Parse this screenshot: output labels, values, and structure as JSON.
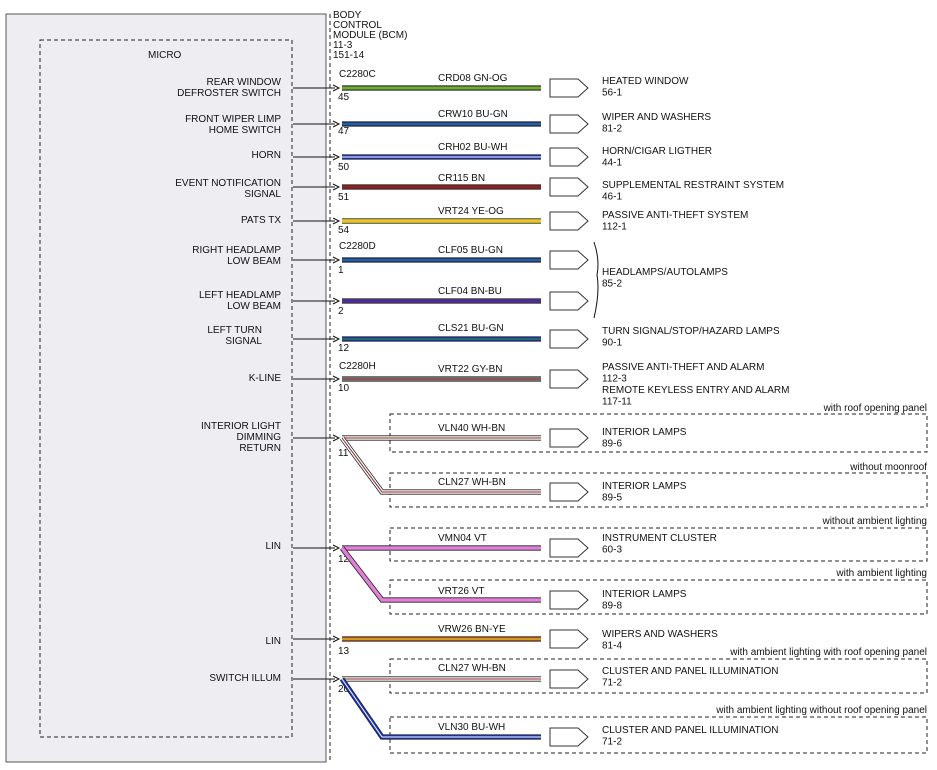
{
  "module": {
    "title_lines": [
      "BODY",
      "CONTROL",
      "MODULE (BCM)",
      "11-3",
      "151-14"
    ],
    "micro_label": "MICRO"
  },
  "left_labels": [
    {
      "lines": [
        "REAR WINDOW",
        "DEFROSTER SWITCH"
      ]
    },
    {
      "lines": [
        "FRONT WIPER LIMP",
        "HOME SWITCH"
      ]
    },
    {
      "lines": [
        "HORN"
      ]
    },
    {
      "lines": [
        "EVENT NOTIFICATION",
        "SIGNAL"
      ]
    },
    {
      "lines": [
        "PATS TX"
      ]
    },
    {
      "lines": [
        "RIGHT HEADLAMP",
        "LOW BEAM"
      ]
    },
    {
      "lines": [
        "LEFT HEADLAMP",
        "LOW BEAM"
      ]
    },
    {
      "lines": [
        "LEFT TURN",
        "SIGNAL"
      ]
    },
    {
      "lines": [
        "K-LINE"
      ]
    },
    {
      "lines": [
        "INTERIOR LIGHT",
        "DIMMING",
        "RETURN"
      ]
    },
    {
      "lines": [
        "LIN"
      ]
    },
    {
      "lines": [
        "LIN"
      ]
    },
    {
      "lines": [
        "SWITCH ILLUM"
      ]
    }
  ],
  "connectors": [
    "C2280C",
    "C2280D",
    "C2280H"
  ],
  "pins": [
    "45",
    "47",
    "50",
    "51",
    "54",
    "1",
    "2",
    "12",
    "10",
    "11",
    "12",
    "13",
    "20"
  ],
  "circuits": [
    {
      "circuit": "CRD08  GN-OG",
      "dest": [
        "HEATED WINDOW",
        "56-1"
      ],
      "color": "#2e9a2e",
      "stripe": "#f0a030"
    },
    {
      "circuit": "CRW10  BU-GN",
      "dest": [
        "WIPER AND WASHERS",
        "81-2"
      ],
      "color": "#1a34c0",
      "stripe": "#2e9a2e"
    },
    {
      "circuit": "CRH02  BU-WH",
      "dest": [
        "HORN/CIGAR LIGTHER",
        "44-1"
      ],
      "color": "#1a34c0",
      "stripe": "#ffffff"
    },
    {
      "circuit": "CR115  BN",
      "dest": [
        "SUPPLEMENTAL RESTRAINT SYSTEM",
        "46-1"
      ],
      "color": "#8b2323",
      "stripe": ""
    },
    {
      "circuit": "VRT24  YE-OG",
      "dest": [
        "PASSIVE ANTI-THEFT SYSTEM",
        "112-1"
      ],
      "color": "#f2e21a",
      "stripe": "#f0a030"
    },
    {
      "circuit": "CLF05  BU-GN",
      "dest": [],
      "color": "#1a34c0",
      "stripe": "#2e9a2e"
    },
    {
      "circuit": "CLF04  BN-BU",
      "dest": [],
      "color": "#6a2d8a",
      "stripe": "#1a34c0"
    },
    {
      "circuit": "CLS21  BU-GN",
      "dest": [
        "TURN SIGNAL/STOP/HAZARD LAMPS",
        "90-1"
      ],
      "color": "#1a34c0",
      "stripe": "#2e9a2e"
    },
    {
      "circuit": "VRT22  GY-BN",
      "dest": [
        "PASSIVE ANTI-THEFT AND ALARM",
        "112-3",
        "REMOTE KEYLESS ENTRY AND ALARM",
        "117-11"
      ],
      "color": "#8a8a8a",
      "stripe": "#8b2323"
    },
    {
      "circuit": "VLN40  WH-BN",
      "dest": [
        "INTERIOR LAMPS",
        "89-6"
      ],
      "color": "#ffffff",
      "stripe": "#8b2323"
    },
    {
      "circuit": "CLN27  WH-BN",
      "dest": [
        "INTERIOR LAMPS",
        "89-5"
      ],
      "color": "#ffffff",
      "stripe": "#8b2323"
    },
    {
      "circuit": "VMN04  VT",
      "dest": [
        "INSTRUMENT CLUSTER",
        "60-3"
      ],
      "color": "#e27fd8",
      "stripe": ""
    },
    {
      "circuit": "VRT26  VT",
      "dest": [
        "INTERIOR LAMPS",
        "89-8"
      ],
      "color": "#e27fd8",
      "stripe": ""
    },
    {
      "circuit": "VRW26  BN-YE",
      "dest": [
        "WIPERS AND WASHERS",
        "81-4"
      ],
      "color": "#c0501a",
      "stripe": "#f2e21a"
    },
    {
      "circuit": "CLN27  WH-BN",
      "dest": [
        "CLUSTER AND PANEL ILLUMINATION",
        "71-2"
      ],
      "color": "#ffffff",
      "stripe": "#8b2323"
    },
    {
      "circuit": "VLN30  BU-WH",
      "dest": [
        "CLUSTER AND PANEL ILLUMINATION",
        "71-2"
      ],
      "color": "#1a34c0",
      "stripe": "#ffffff"
    }
  ],
  "headlamp_group": [
    "HEADLAMPS/AUTOLAMPS",
    "85-2"
  ],
  "options": [
    "with roof opening panel",
    "without moonroof",
    "without ambient lighting",
    "with ambient lighting",
    "with ambient lighting with roof opening panel",
    "with ambient lighting without roof opening panel"
  ]
}
